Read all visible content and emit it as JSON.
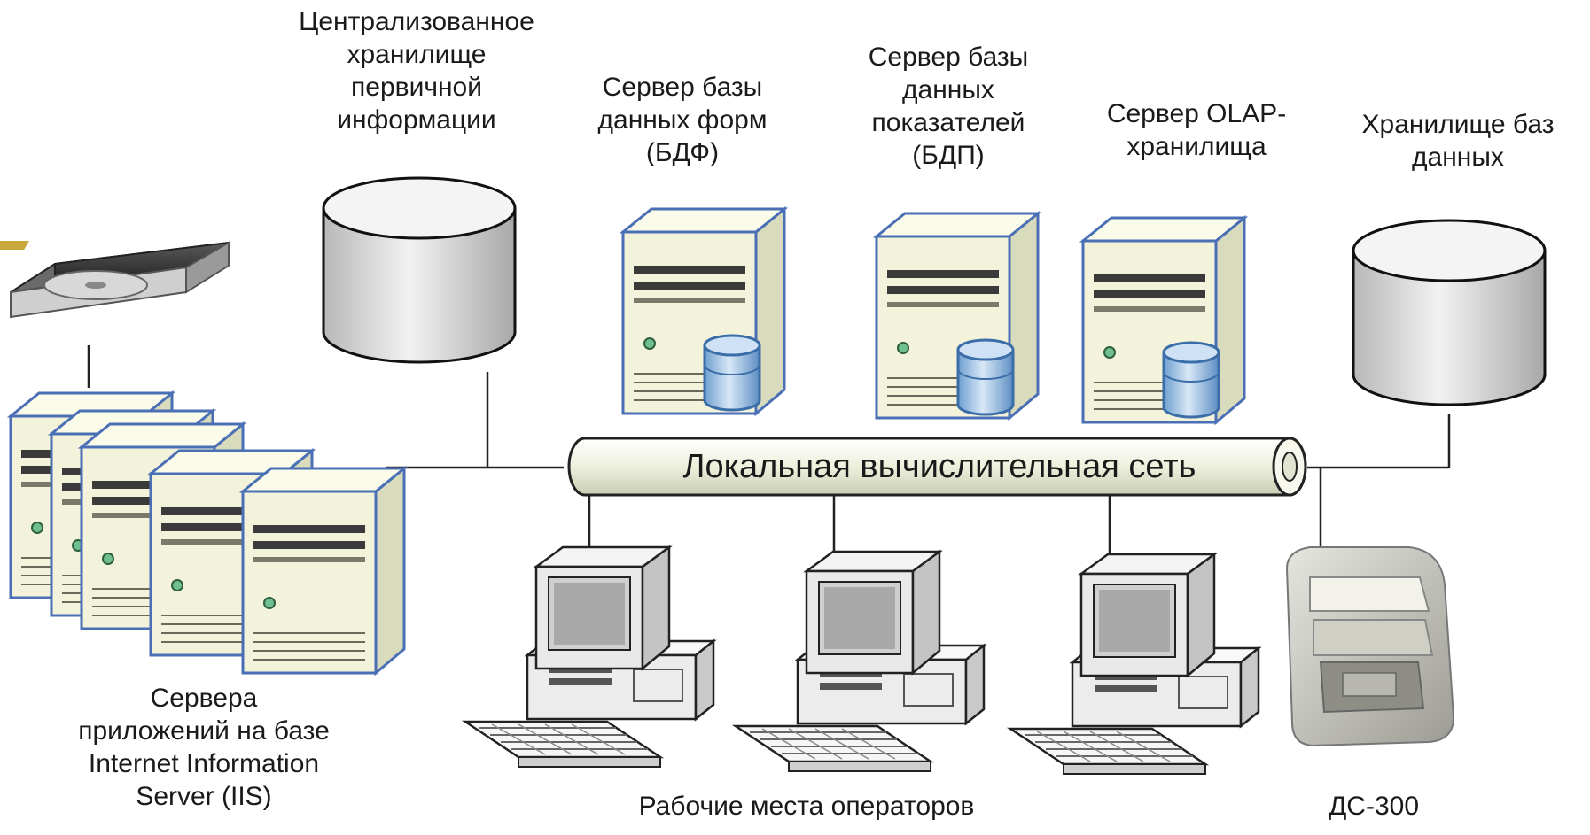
{
  "labels": {
    "central_storage": [
      "Централизованное",
      "хранилище",
      "первичной",
      "информации"
    ],
    "forms_db_server": [
      "Сервер базы",
      "данных форм",
      "(БДФ)"
    ],
    "indicators_db_server": [
      "Сервер базы",
      "данных",
      "показателей",
      "(БДП)"
    ],
    "olap_server": [
      "Сервер OLAP-",
      "хранилища"
    ],
    "db_storage": [
      "Хранилище баз",
      "данных"
    ],
    "app_servers": [
      "Сервера",
      "приложений на базе",
      "Internet Information",
      "Server (IIS)"
    ],
    "workstations": "Рабочие места операторов",
    "scanner": "ДС-300"
  },
  "network": {
    "label": "Локальная вычислительная сеть"
  },
  "colors": {
    "server_body": "#f4f4dc",
    "server_side": "#dedec2",
    "server_outline": "#4a6fb5",
    "db_cylinder": "#aacbe8",
    "storage_cylinder": "#d9d9d9",
    "pipe": "#f0f2e2",
    "line": "#222222"
  }
}
